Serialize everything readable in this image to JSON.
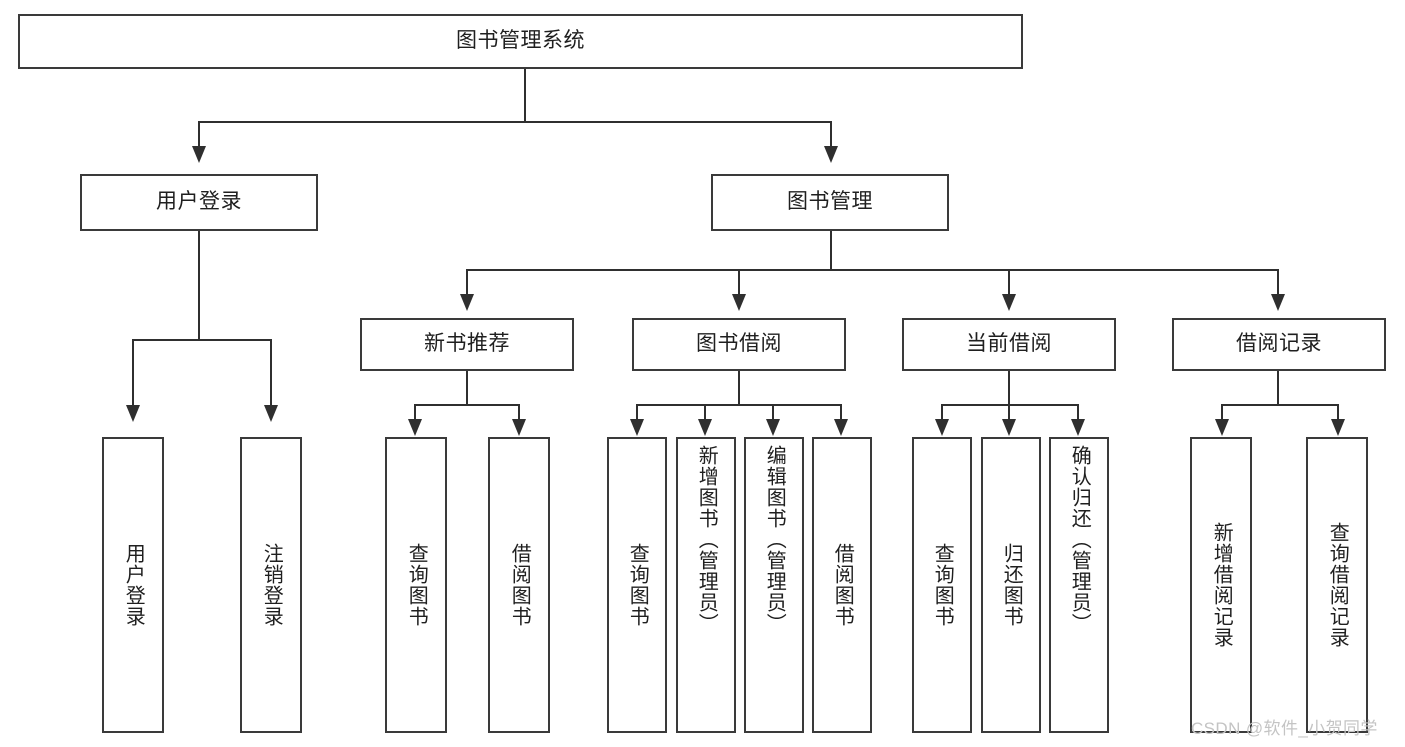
{
  "diagram": {
    "title": "图书管理系统",
    "type": "tree-hierarchy-chart",
    "watermark": "CSDN @软件_小贺同学"
  },
  "root": {
    "label": "图书管理系统"
  },
  "level2": {
    "user_login": "用户登录",
    "book_manage": "图书管理"
  },
  "level3": {
    "new_book_recommend": "新书推荐",
    "book_borrow": "图书借阅",
    "current_borrow": "当前借阅",
    "borrow_record": "借阅记录"
  },
  "leaves": {
    "user_login": [
      {
        "label": "用户登录"
      },
      {
        "label": "注销登录"
      }
    ],
    "new_book_recommend": [
      {
        "label": "查询图书"
      },
      {
        "label": "借阅图书"
      }
    ],
    "book_borrow": [
      {
        "label": "查询图书"
      },
      {
        "label": "新增图书（管理员）"
      },
      {
        "label": "编辑图书（管理员）"
      },
      {
        "label": "借阅图书"
      }
    ],
    "current_borrow": [
      {
        "label": "查询图书"
      },
      {
        "label": "归还图书"
      },
      {
        "label": "确认归还（管理员）"
      }
    ],
    "borrow_record": [
      {
        "label": "新增借阅记录"
      },
      {
        "label": "查询借阅记录"
      }
    ]
  },
  "colors": {
    "stroke": "#3a3a3a",
    "connector": "#2f2f2f",
    "text": "#1f1f1f",
    "background": "#ffffff",
    "watermark": "#c4c4c4"
  }
}
